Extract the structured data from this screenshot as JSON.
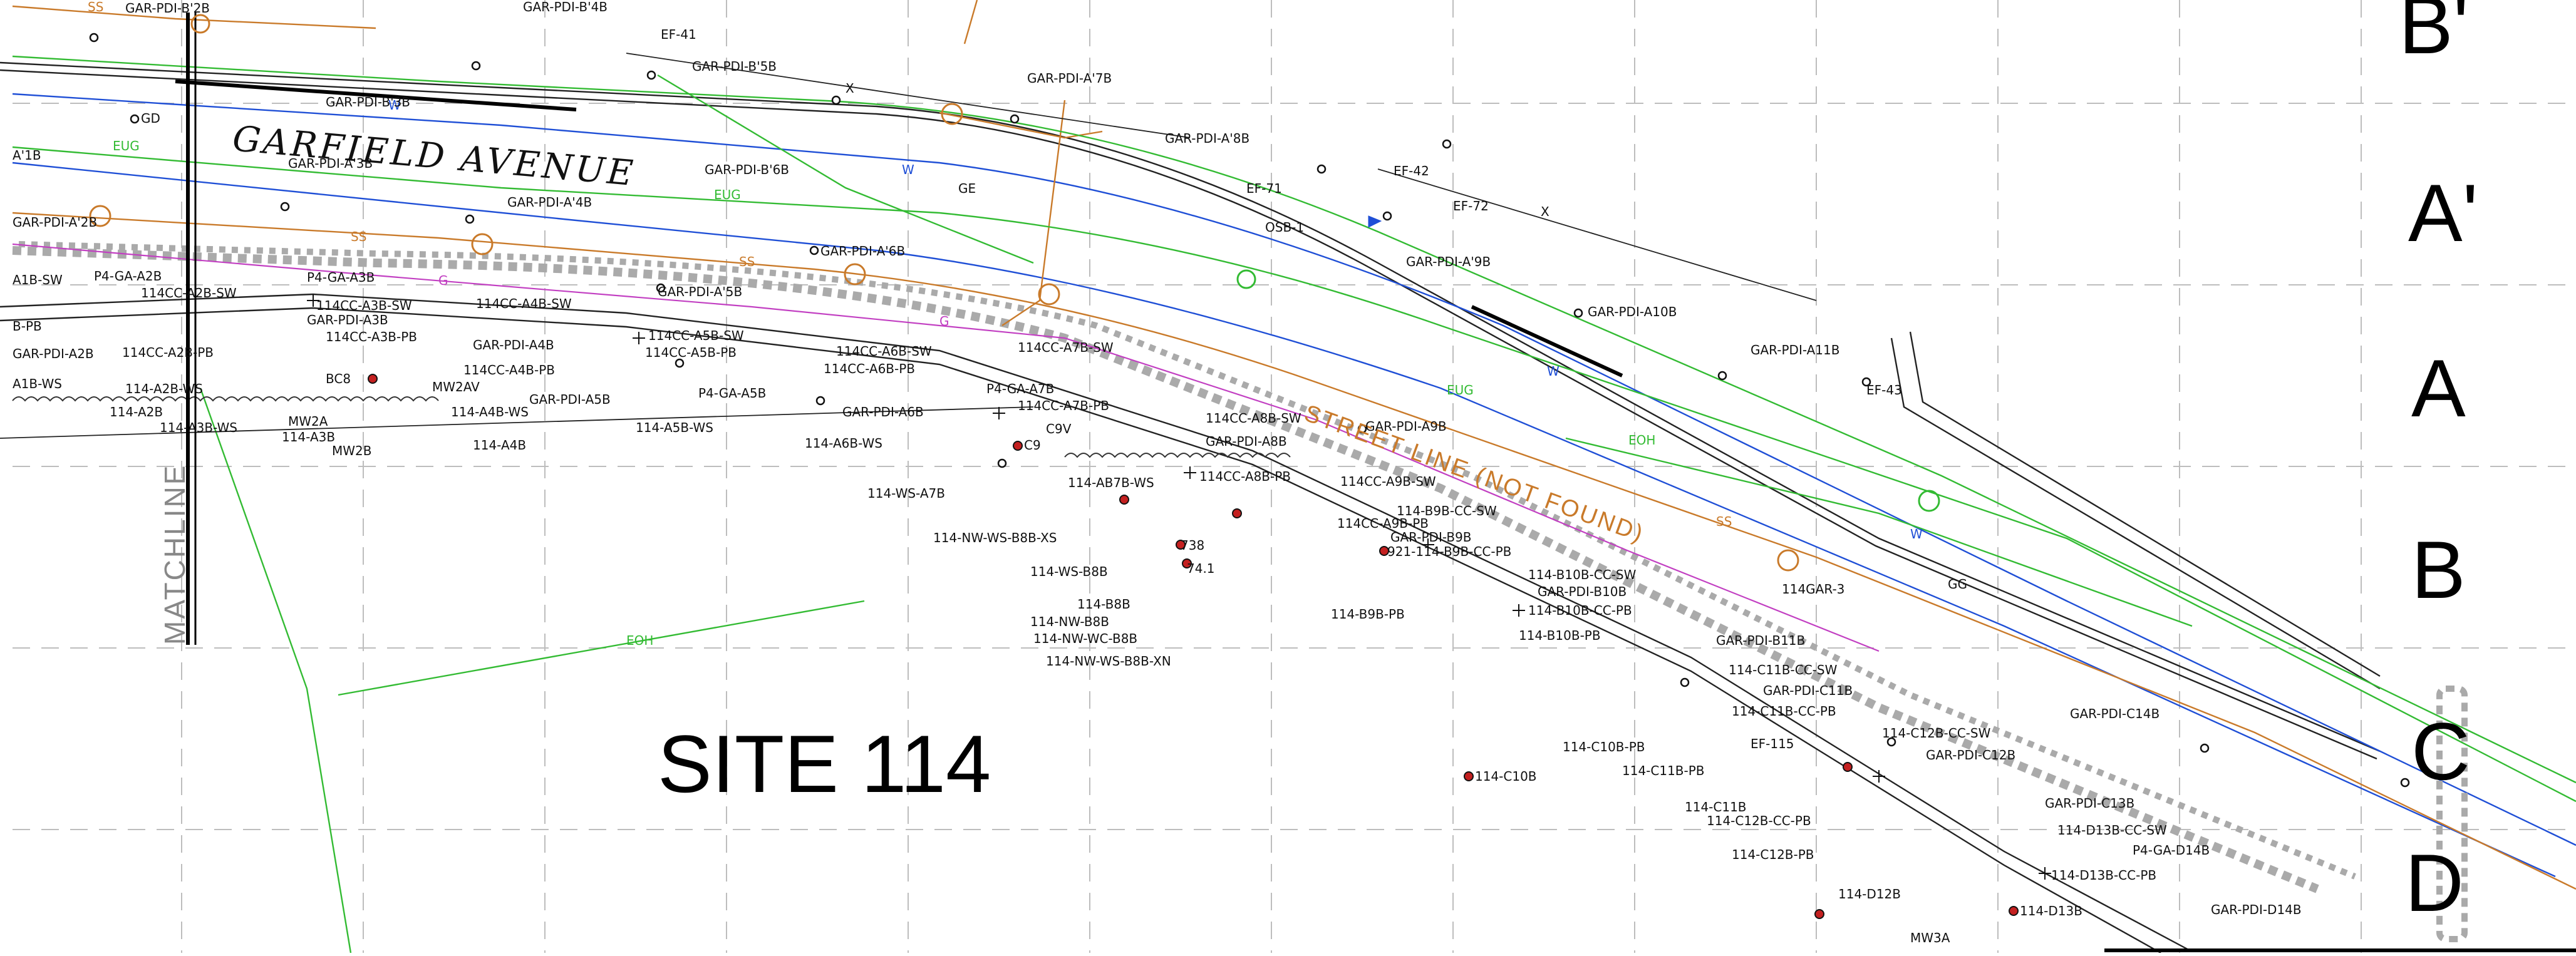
{
  "drawing": {
    "street_name": "GARFIELD AVENUE",
    "site_title": "SITE 114",
    "matchline": "MATCHLINE",
    "street_note": "STREET LINE (NOT FOUND)"
  },
  "zones": [
    "B'",
    "A'",
    "A",
    "B",
    "C",
    "D"
  ],
  "utility_codes": {
    "water": "W",
    "storm": "SS",
    "electric_ug": "EUG",
    "electric_oh": "EOH",
    "gas": "G",
    "fence": "X"
  },
  "colors": {
    "water": "#1f4fd6",
    "storm": "#c97a2a",
    "electric": "#33bb33",
    "gas": "#c23fc2",
    "grid": "#bdbdbd",
    "street": "#222222"
  },
  "labels": [
    "GAR-PDI-B'2B",
    "GAR-PDI-B'4B",
    "EF-41",
    "GAR-PDI-B'5B",
    "GAR-PDI-A'7B",
    "GAR-PDI-B'3B",
    "GAR-PDI-A'8B",
    "GD",
    "GAR-PDI-A'3B",
    "GAR-PDI-B'6B",
    "EF-42",
    "GE",
    "EF-72",
    "EF-71",
    "GAR-PDI-A'4B",
    "OSB-1",
    "GAR-PDI-A'9B",
    "GAR-PDI-A'2B",
    "GAR-PDI-A'6B",
    "P4-GA-A2B",
    "P4-GA-A3B",
    "GAR-PDI-A'5B",
    "114CC-A2B-SW",
    "114CC-A3B-SW",
    "114CC-A4B-SW",
    "GAR-PDI-A3B",
    "114CC-A5B-SW",
    "GAR-PDI-A10B",
    "GAR-PDI-A2B",
    "114CC-A3B-PB",
    "GAR-PDI-A4B",
    "114CC-A2B-PB",
    "114CC-A5B-PB",
    "114CC-A6B-SW",
    "114CC-A7B-SW",
    "GAR-PDI-A11B",
    "114CC-A4B-PB",
    "114CC-A6B-PB",
    "EF-43",
    "BC8",
    "MW2AV",
    "P4-GA-A5B",
    "P4-GA-A7B",
    "114-A2B-WS",
    "GAR-PDI-A5B",
    "GAR-PDI-A6B",
    "114CC-A7B-PB",
    "114-A2B",
    "114-A4B-WS",
    "MW2A",
    "114CC-A8B-SW",
    "GAR-PDI-A9B",
    "114-A3B-WS",
    "114-A5B-WS",
    "114-A3B",
    "C9V",
    "MW2B",
    "114-A4B",
    "114-A6B-WS",
    "C9",
    "GAR-PDI-A8B",
    "114CC-A8B-PB",
    "114-AB7B-WS",
    "114CC-A9B-SW",
    "114-WS-A7B",
    "114-B9B-CC-SW",
    "114CC-A9B-PB",
    "GAR-PDI-B9B",
    "114-NW-WS-B8B-XS",
    "738",
    "921-114-B9B-CC-PB",
    "114-WS-B8B",
    "74.1",
    "114-B10B-CC-SW",
    "GAR-PDI-B10B",
    "114GAR-3",
    "GG",
    "114-B8B",
    "114-B10B-CC-PB",
    "114-B9B-PB",
    "114-NW-B8B",
    "114-B10B-PB",
    "114-NW-WC-B8B",
    "GAR-PDI-B11B",
    "114-NW-WS-B8B-XN",
    "114-C11B-CC-SW",
    "GAR-PDI-C11B",
    "114-C11B-CC-PB",
    "GAR-PDI-C14B",
    "114-C12B-CC-SW",
    "EF-115",
    "GAR-PDI-C12B",
    "114-C10B-PB",
    "114-C10B",
    "114-C11B-PB",
    "GAR-PDI-C13B",
    "114-C11B",
    "114-D13B-CC-SW",
    "114-C12B-CC-PB",
    "P4-GA-D14B",
    "114-C12B-PB",
    "114-D13B-CC-PB",
    "114-D12B",
    "GAR-PDI-D14B",
    "114-D13B",
    "MW3A",
    "A'1B",
    "A1B-SW",
    "B-PB",
    "A1B-WS"
  ]
}
